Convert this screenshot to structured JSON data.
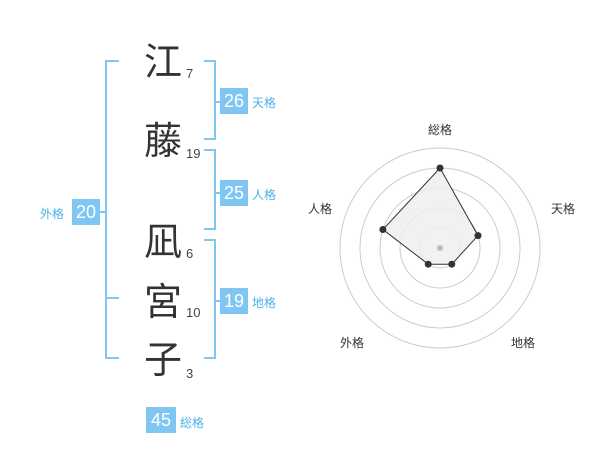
{
  "characters": [
    {
      "char": "江",
      "strokes": "7"
    },
    {
      "char": "藤",
      "strokes": "19"
    },
    {
      "char": "凪",
      "strokes": "6"
    },
    {
      "char": "宮",
      "strokes": "10"
    },
    {
      "char": "子",
      "strokes": "3"
    }
  ],
  "kakusu": {
    "tenkaku": {
      "value": "26",
      "label": "天格"
    },
    "jinkaku": {
      "value": "25",
      "label": "人格"
    },
    "chikaku": {
      "value": "19",
      "label": "地格"
    },
    "gaikaku": {
      "value": "20",
      "label": "外格"
    },
    "soukaku": {
      "value": "45",
      "label": "総格"
    }
  },
  "chart_data": {
    "type": "radar",
    "axes": [
      "総格",
      "天格",
      "地格",
      "外格",
      "人格"
    ],
    "values": [
      4,
      2,
      1,
      1,
      3
    ],
    "scale_max": 5,
    "rings": 5,
    "colors": {
      "fill": "#eeeeee",
      "stroke": "#333333",
      "grid": "#cccccc",
      "point": "#333333",
      "center": "#bbbbbb"
    }
  },
  "colors": {
    "accent": "#7fc7f2",
    "accent_text": "#4fb0ec"
  }
}
